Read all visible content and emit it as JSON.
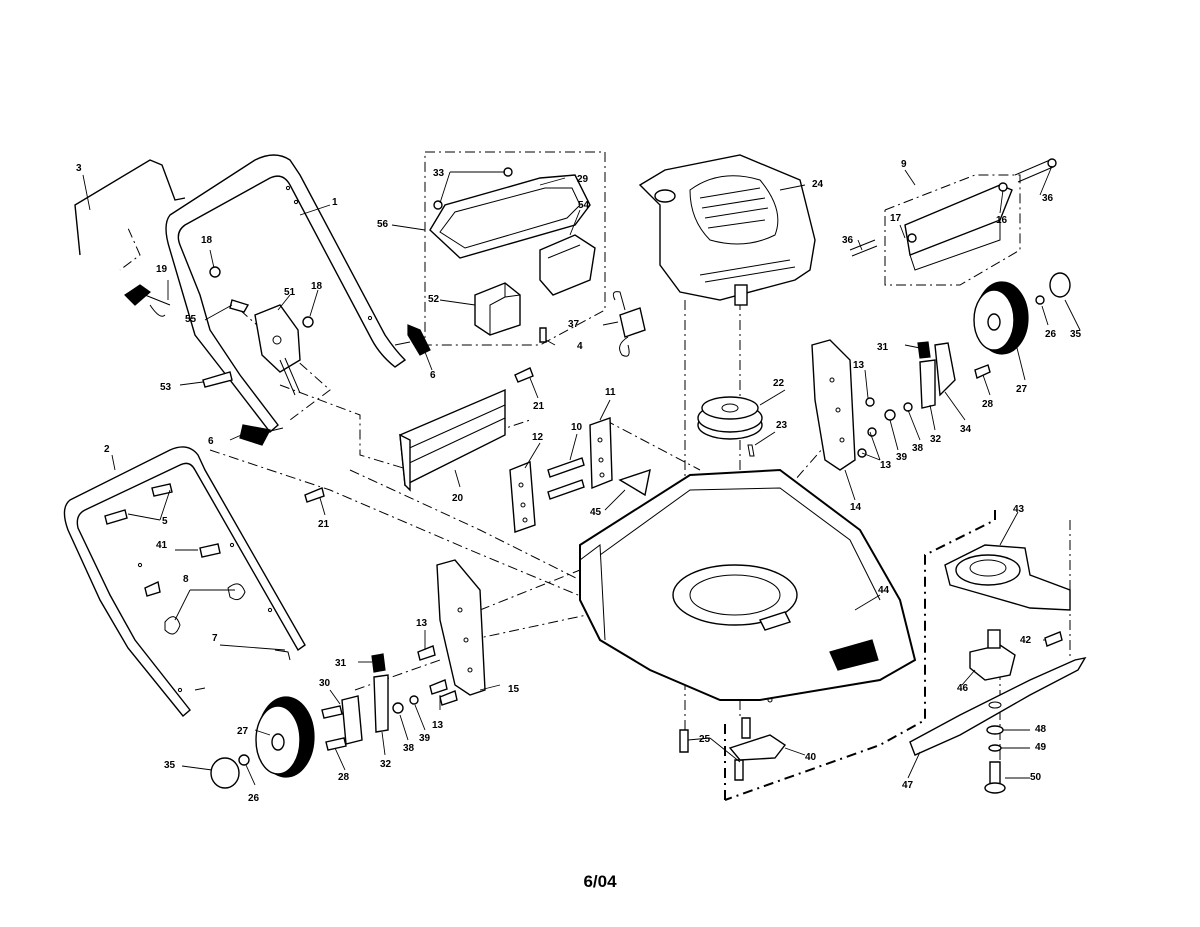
{
  "callouts": {
    "c1": "1",
    "c2": "2",
    "c3": "3",
    "c4": "4",
    "c5": "5",
    "c6a": "6",
    "c6b": "6",
    "c7": "7",
    "c8": "8",
    "c9": "9",
    "c10": "10",
    "c11": "11",
    "c12": "12",
    "c13a": "13",
    "c13b": "13",
    "c13c": "13",
    "c13d": "13",
    "c14": "14",
    "c15": "15",
    "c16": "16",
    "c17": "17",
    "c18a": "18",
    "c18b": "18",
    "c19": "19",
    "c20": "20",
    "c21a": "21",
    "c21b": "21",
    "c22": "22",
    "c23": "23",
    "c24": "24",
    "c25": "25",
    "c26a": "26",
    "c26b": "26",
    "c27a": "27",
    "c27b": "27",
    "c28a": "28",
    "c28b": "28",
    "c29": "29",
    "c30": "30",
    "c31a": "31",
    "c31b": "31",
    "c32a": "32",
    "c32b": "32",
    "c33": "33",
    "c34": "34",
    "c35a": "35",
    "c35b": "35",
    "c36a": "36",
    "c36b": "36",
    "c37": "37",
    "c38a": "38",
    "c38b": "38",
    "c39a": "39",
    "c39b": "39",
    "c40": "40",
    "c41": "41",
    "c42": "42",
    "c43": "43",
    "c44": "44",
    "c45": "45",
    "c46": "46",
    "c47": "47",
    "c48": "48",
    "c49": "49",
    "c50": "50",
    "c51": "51",
    "c52": "52",
    "c53": "53",
    "c54": "54",
    "c55": "55",
    "c56": "56"
  },
  "footer": {
    "date": "6/04"
  }
}
